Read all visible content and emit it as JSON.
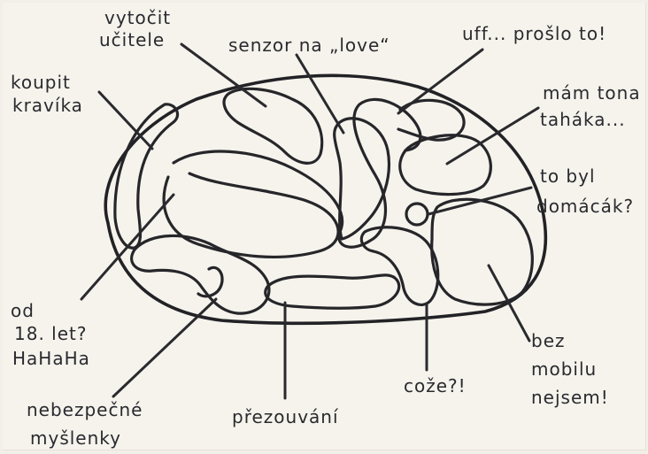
{
  "diagram": {
    "labels": {
      "vytocit": [
        "vytočit",
        "učitele"
      ],
      "senzor": [
        "senzor na „love“"
      ],
      "uff": [
        "uff... prošlo to!"
      ],
      "koupit": [
        "koupit",
        "kravíka"
      ],
      "mam": [
        "mám tona",
        "taháka..."
      ],
      "tobyl": [
        "to byl",
        "domácák?"
      ],
      "od18": [
        "od",
        "18. let?",
        "HaHaHa"
      ],
      "bez": [
        "bez",
        "mobilu",
        "nejsem!"
      ],
      "coze": [
        "cože?!"
      ],
      "nebezpecne": [
        "nebezpečné",
        "myšlenky"
      ],
      "prezouvani": [
        "přezouvání"
      ]
    }
  }
}
